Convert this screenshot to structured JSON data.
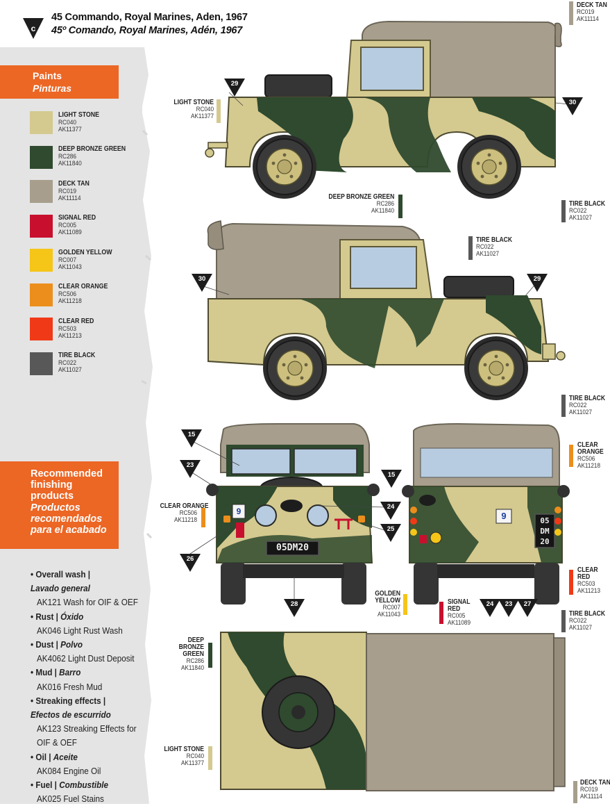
{
  "header": {
    "badge": "c",
    "title_en": "45 Commando, Royal Marines, Aden, 1967",
    "title_es": "45º Comando, Royal Marines, Adén, 1967"
  },
  "paints_box": {
    "label_en": "Paints",
    "label_es": "Pinturas"
  },
  "paints": [
    {
      "name": "LIGHT STONE",
      "code1": "RC040",
      "code2": "AK11377",
      "color": "#d4c98f"
    },
    {
      "name": "DEEP BRONZE GREEN",
      "code1": "RC286",
      "code2": "AK11840",
      "color": "#2f4a2e"
    },
    {
      "name": "DECK TAN",
      "code1": "RC019",
      "code2": "AK11114",
      "color": "#a79e8d"
    },
    {
      "name": "SIGNAL RED",
      "code1": "RC005",
      "code2": "AK11089",
      "color": "#c8102e"
    },
    {
      "name": "GOLDEN YELLOW",
      "code1": "RC007",
      "code2": "AK11043",
      "color": "#f5c518"
    },
    {
      "name": "CLEAR ORANGE",
      "code1": "RC506",
      "code2": "AK11218",
      "color": "#ec8e1c"
    },
    {
      "name": "CLEAR RED",
      "code1": "RC503",
      "code2": "AK11213",
      "color": "#f03a17"
    },
    {
      "name": "TIRE BLACK",
      "code1": "RC022",
      "code2": "AK11027",
      "color": "#585858"
    }
  ],
  "finishing_box": {
    "title_en": "Recommended finishing products",
    "title_es": "Productos recomendados para el acabado"
  },
  "finishing_items": [
    {
      "head": "• Overall wash |",
      "head_es": "Lavado general",
      "product": "AK121 Wash for OIF & OEF"
    },
    {
      "head": "• Rust |",
      "head_es": "Óxido",
      "product": "AK046 Light Rust Wash"
    },
    {
      "head": "• Dust |",
      "head_es": "Polvo",
      "product": "AK4062 Light Dust Deposit"
    },
    {
      "head": "• Mud |",
      "head_es": "Barro",
      "product": "AK016 Fresh Mud"
    },
    {
      "head": "• Streaking effects |",
      "head_es": "Efectos de escurrido",
      "product": "AK123 Streaking Effects for",
      "product2": "OIF & OEF"
    },
    {
      "head": "• Oil |",
      "head_es": "Aceite",
      "product": "AK084 Engine Oil"
    },
    {
      "head": "• Fuel |",
      "head_es": "Combustible",
      "product": "AK025 Fuel Stains"
    }
  ],
  "callouts": {
    "deck_tan_top": {
      "name": "DECK TAN",
      "code1": "RC019",
      "code2": "AK11114"
    },
    "light_stone_side": {
      "name": "LIGHT STONE",
      "code1": "RC040",
      "code2": "AK11377"
    },
    "deep_bronze_side": {
      "name": "DEEP BRONZE GREEN",
      "code1": "RC286",
      "code2": "AK11840"
    },
    "tire_black_1": {
      "name": "TIRE BLACK",
      "code1": "RC022",
      "code2": "AK11027"
    },
    "tire_black_2": {
      "name": "TIRE BLACK",
      "code1": "RC022",
      "code2": "AK11027"
    },
    "tire_black_3": {
      "name": "TIRE BLACK",
      "code1": "RC022",
      "code2": "AK11027"
    },
    "tire_black_4": {
      "name": "TIRE BLACK",
      "code1": "RC022",
      "code2": "AK11027"
    },
    "clear_orange_front": {
      "name": "CLEAR ORANGE",
      "code1": "RC506",
      "code2": "AK11218"
    },
    "clear_orange_rear": {
      "name": "CLEAR ORANGE",
      "code1": "RC506",
      "code2": "AK11218"
    },
    "clear_red": {
      "name": "CLEAR RED",
      "code1": "RC503",
      "code2": "AK11213"
    },
    "golden_yellow": {
      "name": "GOLDEN YELLOW",
      "code1": "RC007",
      "code2": "AK11043"
    },
    "signal_red": {
      "name": "SIGNAL RED",
      "code1": "RC005",
      "code2": "AK11089"
    },
    "deep_bronze_top": {
      "name": "DEEP BRONZE GREEN",
      "code1": "RC286",
      "code2": "AK11840"
    },
    "light_stone_top": {
      "name": "LIGHT STONE",
      "code1": "RC040",
      "code2": "AK11377"
    },
    "deck_tan_bottom": {
      "name": "DECK TAN",
      "code1": "RC019",
      "code2": "AK11114"
    }
  },
  "markers": [
    "29",
    "30",
    "30",
    "29",
    "15",
    "23",
    "24",
    "25",
    "26",
    "28",
    "15",
    "24",
    "23",
    "27"
  ],
  "plate_front": "05DM20",
  "plate_rear_l1": "05",
  "plate_rear_l2": "DM",
  "plate_rear_l3": "20",
  "unit_number": "9"
}
